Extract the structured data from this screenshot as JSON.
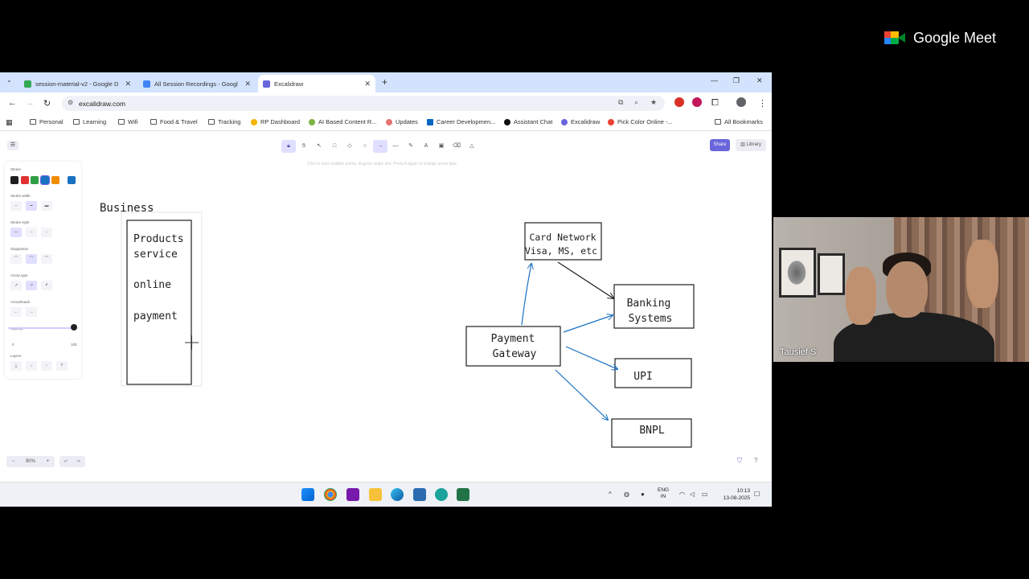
{
  "meet": {
    "brand": "Google Meet",
    "participant_name": "Tausief S"
  },
  "browser": {
    "tabs": [
      {
        "label": "session-material-v2 - Google D"
      },
      {
        "label": "All Session Recordings - Googl"
      },
      {
        "label": "Excalidraw"
      }
    ],
    "url": "excalidraw.com",
    "bookmarks": [
      "Personal",
      "Learning",
      "Wifi",
      "Food & Travel",
      "Tracking",
      "RP Dashboard",
      "AI Based Content R...",
      "Updates",
      "Career Developmen...",
      "Assistant Chat",
      "Excalidraw",
      "Pick Color Online -...",
      "All Bookmarks"
    ]
  },
  "excalidraw": {
    "share_label": "Share",
    "library_label": "Library",
    "hint": "Click to start multiple points, drag for single line. Press A again to change arrow type",
    "properties": {
      "stroke": "Stroke",
      "stroke_width": "Stroke width",
      "stroke_style": "Stroke style",
      "sloppiness": "Sloppiness",
      "arrow_type": "Arrow type",
      "arrowheads": "Arrowheads",
      "opacity": "Opacity",
      "opacity_min": "0",
      "opacity_max": "100",
      "layers": "Layers",
      "stroke_colors": [
        "#1e1e1e",
        "#e03131",
        "#2f9e44",
        "#1971c2",
        "#f08c00"
      ],
      "current_color": "#1971c2"
    },
    "zoom": "90%",
    "canvas": {
      "business_label": "Business",
      "products_text": [
        "Products",
        "service"
      ],
      "online_text": "online",
      "payment_text": "payment",
      "card_network": [
        "Card Network",
        "Visa, MS, etc"
      ],
      "banking": [
        "Banking",
        "Systems"
      ],
      "payment_gateway": [
        "Payment",
        "Gateway"
      ],
      "upi": "UPI",
      "bnpl": "BNPL",
      "arrow_color": "#1971c2",
      "ink_color": "#1e1e1e"
    }
  },
  "taskbar": {
    "lang": [
      "ENG",
      "IN"
    ],
    "time": "10:13",
    "date": "13-08-2025"
  }
}
